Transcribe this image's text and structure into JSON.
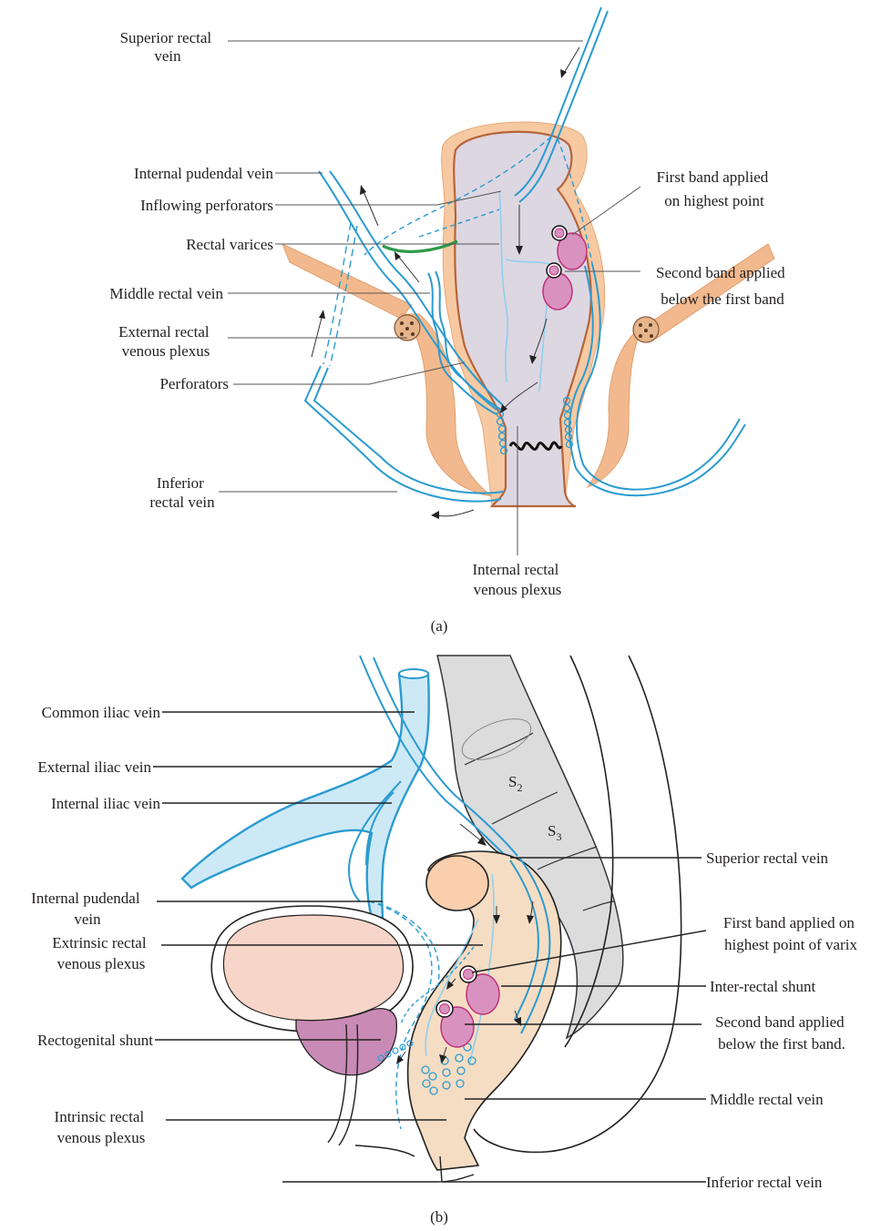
{
  "panel_a": {
    "caption": "(a)",
    "labels": {
      "superior_rectal_vein": [
        "Superior rectal",
        "vein"
      ],
      "internal_pudendal_vein": [
        "Internal pudendal vein"
      ],
      "inflowing_perforators": [
        "Inflowing perforators"
      ],
      "rectal_varices": [
        "Rectal varices"
      ],
      "middle_rectal_vein": [
        "Middle rectal vein"
      ],
      "external_rectal_venous_plexus": [
        "External rectal",
        "venous plexus"
      ],
      "perforators": [
        "Perforators"
      ],
      "inferior_rectal_vein": [
        "Inferior",
        "rectal vein"
      ],
      "internal_rectal_venous_plexus": [
        "Internal rectal",
        "venous plexus"
      ],
      "first_band": [
        "First band applied",
        "on highest point"
      ],
      "second_band": [
        "Second band applied",
        "below the first band"
      ]
    }
  },
  "panel_b": {
    "caption": "(b)",
    "labels": {
      "common_iliac_vein": [
        "Common iliac vein"
      ],
      "external_iliac_vein": [
        "External iliac vein"
      ],
      "internal_iliac_vein": [
        "Internal iliac vein"
      ],
      "internal_pudendal_vein": [
        "Internal pudendal",
        "vein"
      ],
      "extrinsic_rectal_venous_plexus": [
        "Extrinsic rectal",
        "venous plexus"
      ],
      "rectogenital_shunt": [
        "Rectogenital shunt"
      ],
      "intrinsic_rectal_venous_plexus": [
        "Intrinsic rectal",
        "venous plexus"
      ],
      "superior_rectal_vein": [
        "Superior rectal vein"
      ],
      "first_band": [
        "First band applied on",
        "highest point of varix"
      ],
      "inter_rectal_shunt": [
        "Inter-rectal shunt"
      ],
      "second_band": [
        "Second band applied",
        "below the first band."
      ],
      "middle_rectal_vein": [
        "Middle rectal vein"
      ],
      "inferior_rectal_vein": [
        "Inferior rectal vein"
      ],
      "vertebra_s2": "S",
      "vertebra_s2_sub": "2",
      "vertebra_s3": "S",
      "vertebra_s3_sub": "3"
    }
  },
  "colors": {
    "vein": "#2b9bd0",
    "vein_fill": "#cde9f6",
    "rectum_fill": "#ddd7e2",
    "rectum_wall": "#b5653a",
    "muscle": "#f2b98e",
    "band": "#d992c0",
    "varices_green": "#2e9a48",
    "bladder": "#f7d5c8",
    "prostate": "#c98ab5",
    "sacrum": "#dcdcdc"
  }
}
